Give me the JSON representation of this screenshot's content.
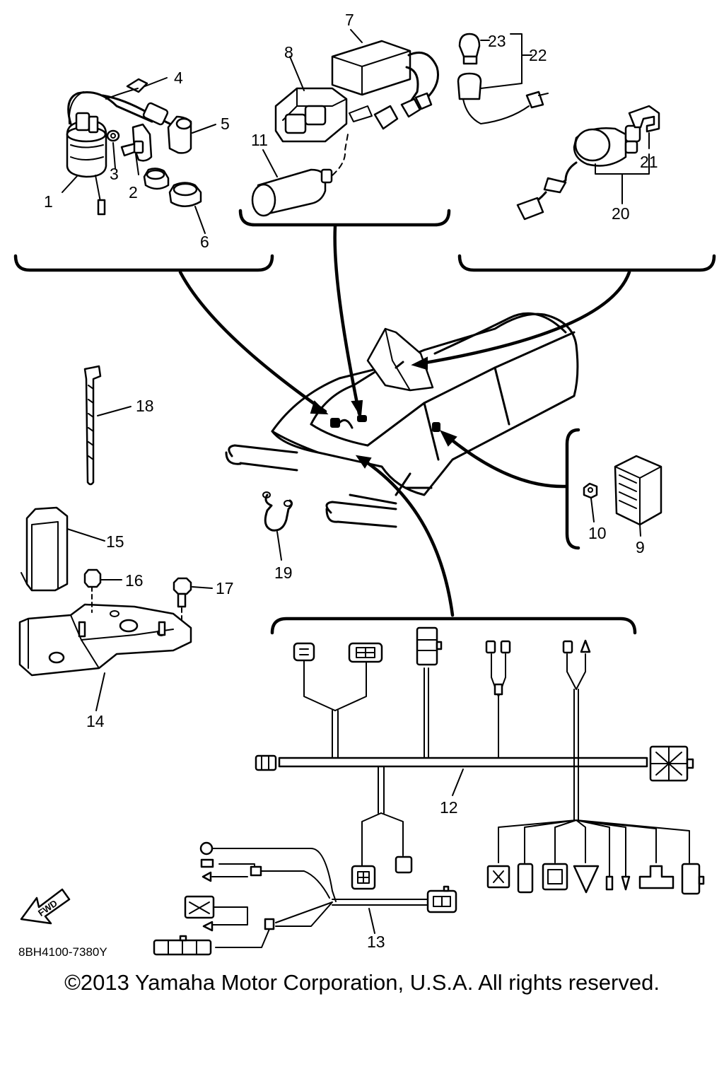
{
  "diagram_code": "8BH4100-7380Y",
  "copyright": "©2013 Yamaha Motor Corporation, U.S.A. All rights reserved.",
  "fwd_label": "FWD",
  "parts": {
    "p1": "1",
    "p2": "2",
    "p3": "3",
    "p4": "4",
    "p5": "5",
    "p6": "6",
    "p7": "7",
    "p8": "8",
    "p9": "9",
    "p10": "10",
    "p11": "11",
    "p12": "12",
    "p13": "13",
    "p14": "14",
    "p15": "15",
    "p16": "16",
    "p17": "17",
    "p18": "18",
    "p19": "19",
    "p20": "20",
    "p21": "21",
    "p22": "22",
    "p23": "23"
  }
}
